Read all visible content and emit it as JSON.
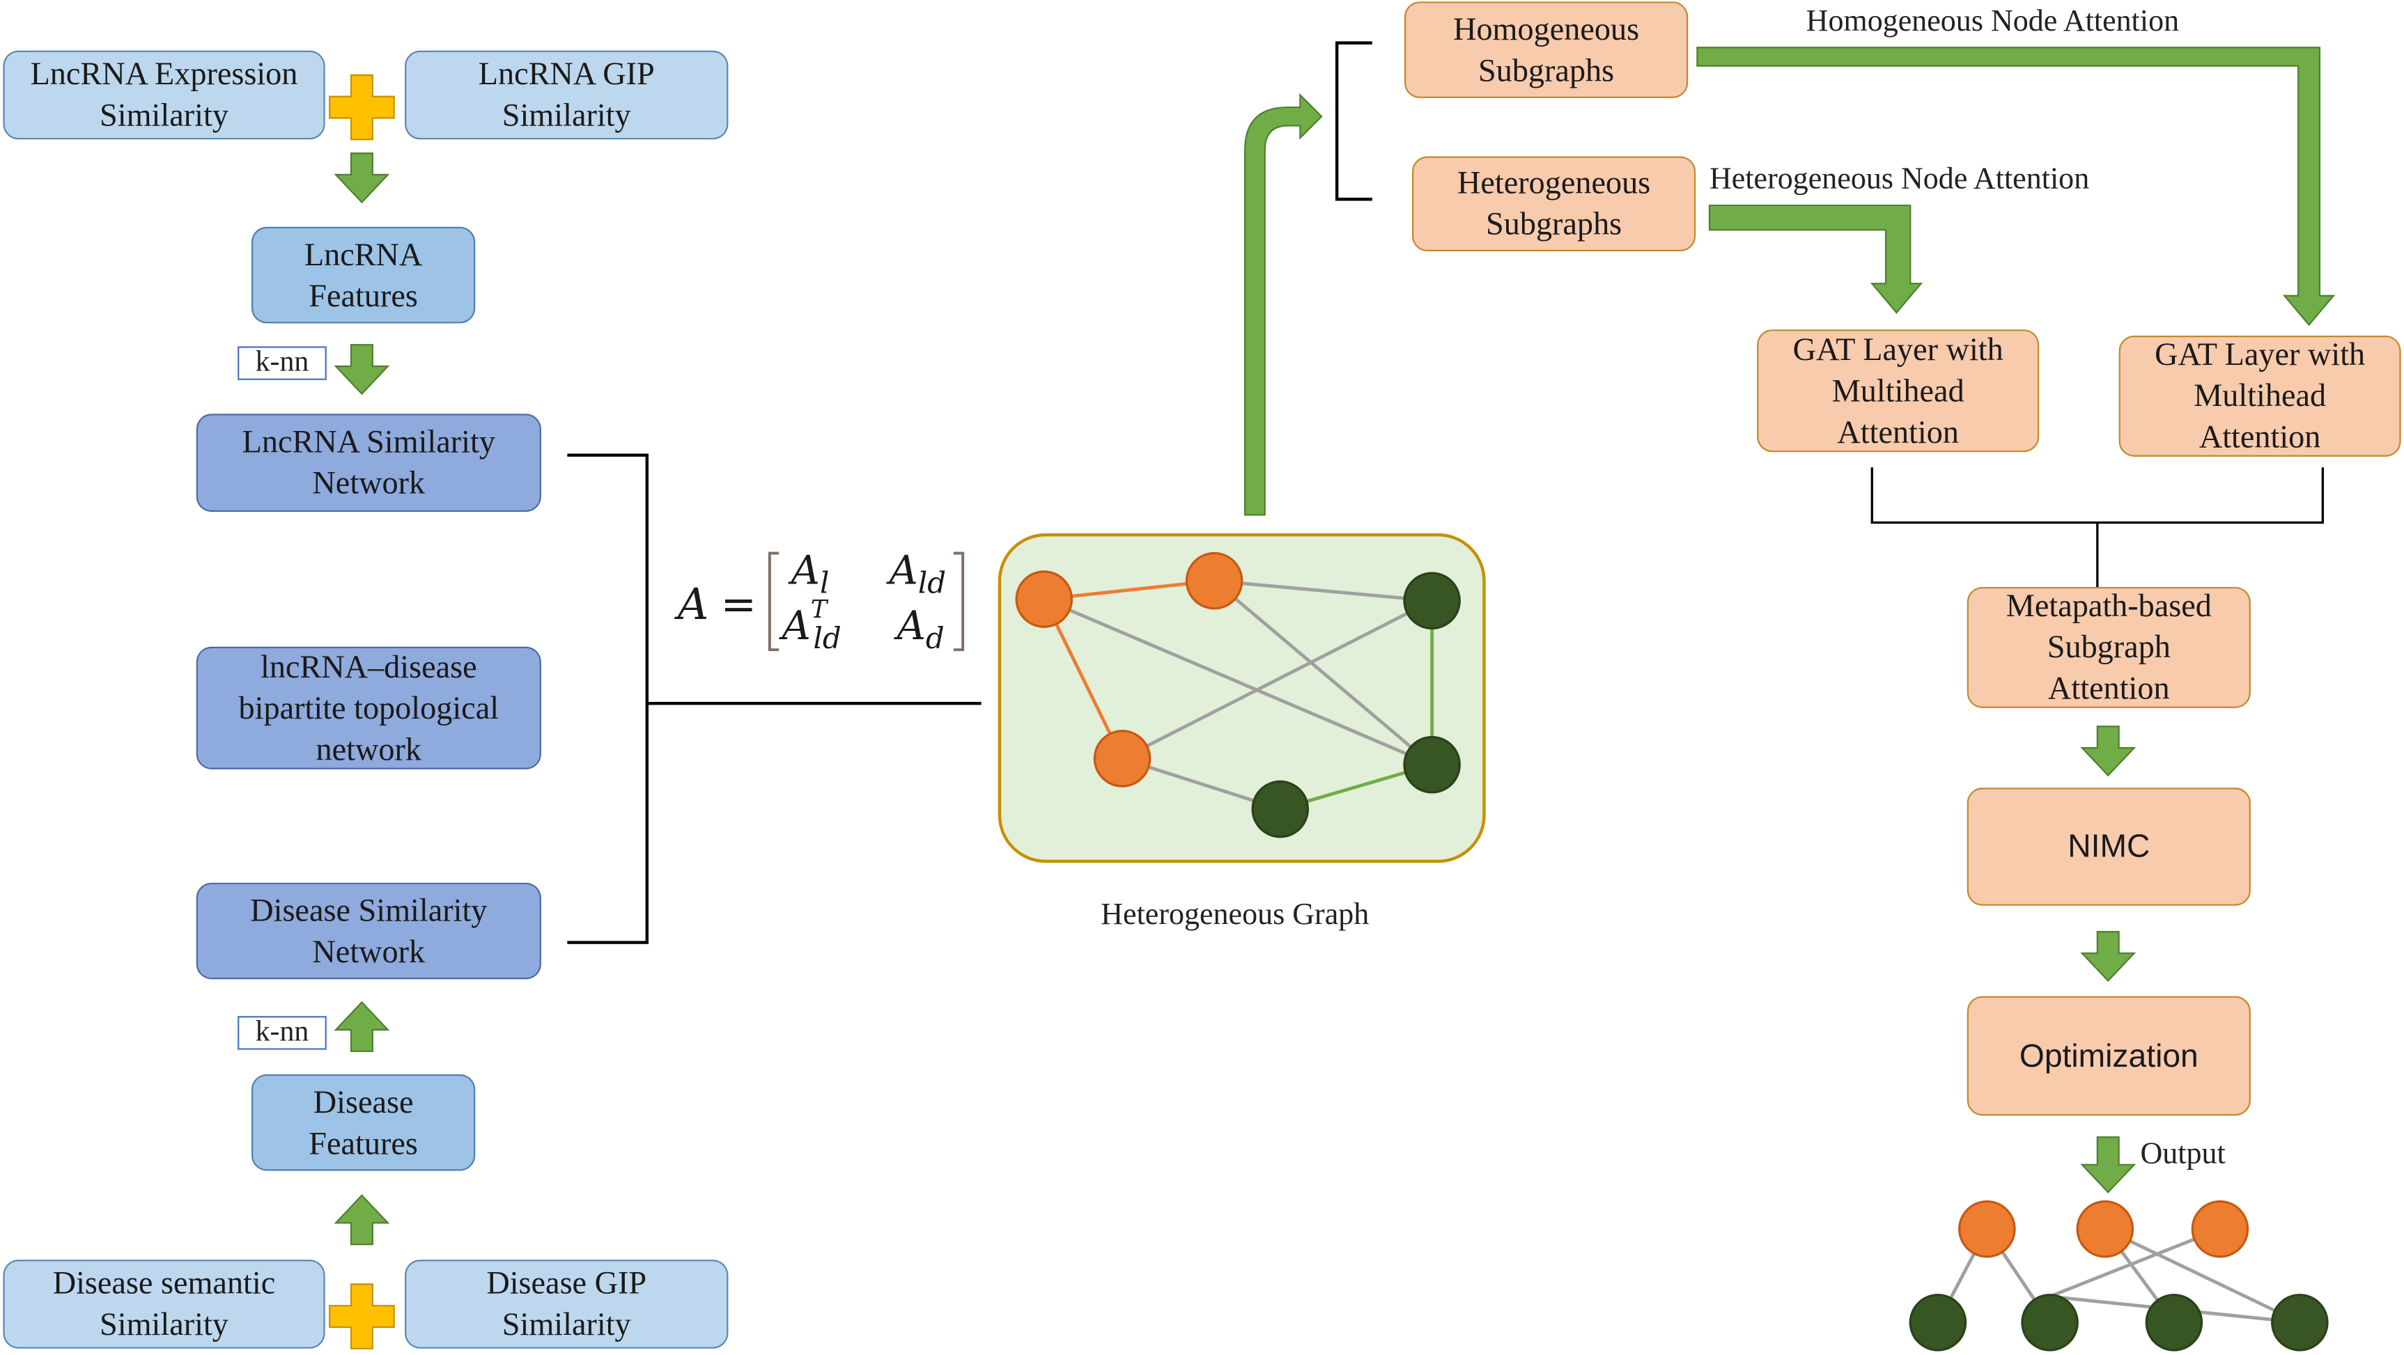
{
  "boxes": {
    "lnc_expr": "LncRNA Expression\nSimilarity",
    "lnc_gip": "LncRNA GIP\nSimilarity",
    "lnc_feat": "LncRNA\nFeatures",
    "lnc_net": "LncRNA Similarity\nNetwork",
    "bipartite": "lncRNA–disease\nbipartite topological\nnetwork",
    "dis_net": "Disease Similarity\nNetwork",
    "dis_feat": "Disease\nFeatures",
    "dis_sem": "Disease semantic\nSimilarity",
    "dis_gip": "Disease GIP\nSimilarity",
    "homo": "Homogeneous\nSubgraphs",
    "hetero": "Heterogeneous\nSubgraphs",
    "gat1": "GAT Layer with\nMultihead\nAttention",
    "gat2": "GAT Layer with\nMultihead\nAttention",
    "metapath": "Metapath-based\nSubgraph\nAttention",
    "nimc": "NIMC",
    "optim": "Optimization"
  },
  "knn_top": "k-nn",
  "knn_bottom": "k-nn",
  "labels": {
    "homo_attention": "Homogeneous Node Attention",
    "hetero_attention": "Heterogeneous Node Attention",
    "graph_caption": "Heterogeneous Graph",
    "output": "Output"
  },
  "matrix": {
    "lhs": "A",
    "eq": "=",
    "a11": "A",
    "a11_sub": "l",
    "a12": "A",
    "a12_sub": "ld",
    "a21": "A",
    "a21_sup": "T",
    "a21_sub": "ld",
    "a22": "A",
    "a22_sub": "d"
  },
  "colors": {
    "arrow_green": "#70ad47",
    "lncrna_node": "#ed7d31",
    "disease_node": "#375623",
    "graph_bg": "#e2efd9",
    "plus": "#ffc000"
  }
}
